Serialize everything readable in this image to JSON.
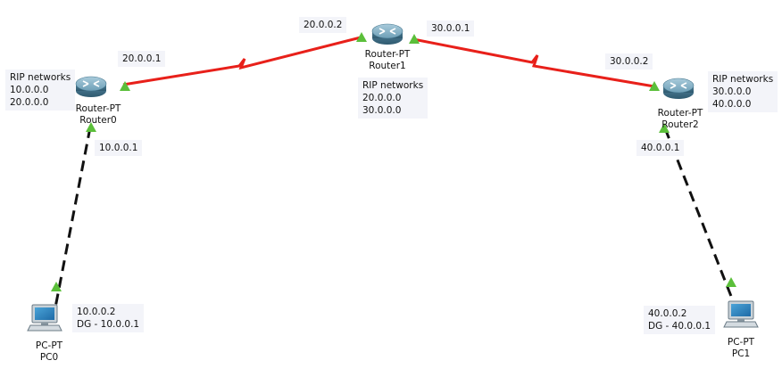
{
  "colors": {
    "serial_link": "#e8201a",
    "ethernet_link": "#111111",
    "port_up": "#5bbf3a",
    "router_body": "#5d8fa8",
    "note_bg": "#f3f4f9"
  },
  "devices": {
    "router0": {
      "model": "Router-PT",
      "name": "Router0",
      "icon": "router-icon"
    },
    "router1": {
      "model": "Router-PT",
      "name": "Router1",
      "icon": "router-icon"
    },
    "router2": {
      "model": "Router-PT",
      "name": "Router2",
      "icon": "router-icon"
    },
    "pc0": {
      "model": "PC-PT",
      "name": "PC0",
      "icon": "pc-icon"
    },
    "pc1": {
      "model": "PC-PT",
      "name": "PC1",
      "icon": "pc-icon"
    }
  },
  "interfaces": {
    "r0_serial": "20.0.0.1",
    "r1_serial_left": "20.0.0.2",
    "r1_serial_right": "30.0.0.1",
    "r2_serial": "30.0.0.2",
    "r0_fast": "10.0.0.1",
    "r2_fast": "40.0.0.1"
  },
  "rip": {
    "router0": {
      "title": "RIP networks",
      "networks": [
        "10.0.0.0",
        "20.0.0.0"
      ]
    },
    "router1": {
      "title": "RIP networks",
      "networks": [
        "20.0.0.0",
        "30.0.0.0"
      ]
    },
    "router2": {
      "title": "RIP networks",
      "networks": [
        "30.0.0.0",
        "40.0.0.0"
      ]
    }
  },
  "pcs": {
    "pc0": {
      "ip": "10.0.0.2",
      "gateway": "DG - 10.0.0.1"
    },
    "pc1": {
      "ip": "40.0.0.2",
      "gateway": "DG - 40.0.0.1"
    }
  }
}
